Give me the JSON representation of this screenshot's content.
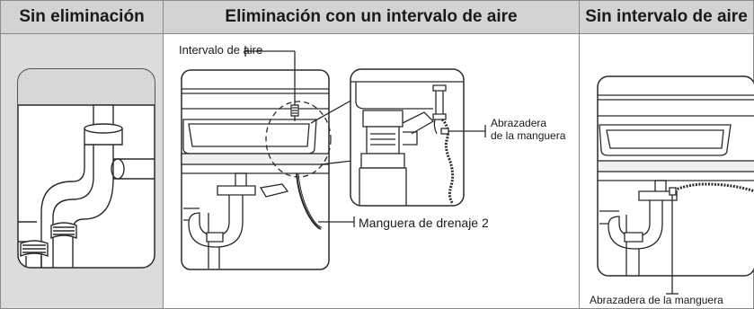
{
  "columns": [
    {
      "title": "Sin eliminación"
    },
    {
      "title": "Eliminación con un intervalo de aire"
    },
    {
      "title": "Sin intervalo de aire"
    }
  ],
  "labels": {
    "air_gap": "Intervalo de aire",
    "hose_clamp_line1": "Abrazadera",
    "hose_clamp_line2": "de la manguera",
    "drain_hose": "Manguera de drenaje 2",
    "hose_clamp_bottom": "Abrazadera de la manguera"
  },
  "colors": {
    "header_bg": "#d3d3d3",
    "left_column_bg": "#dcdcdc",
    "border": "#8a8a8a",
    "line": "#2a2a2a"
  }
}
